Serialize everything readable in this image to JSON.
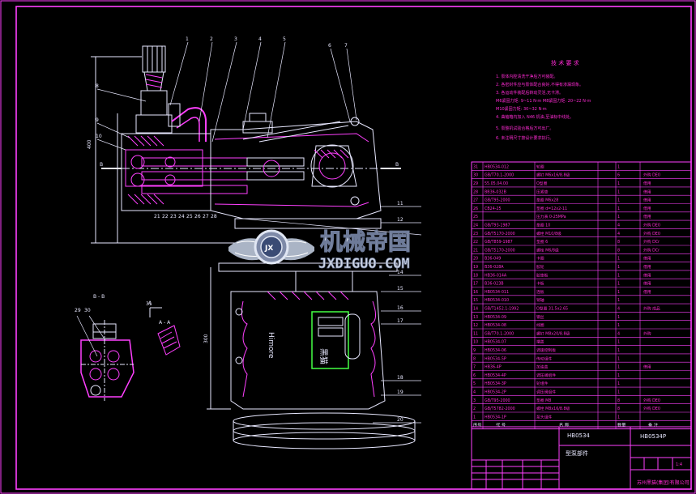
{
  "tech": {
    "title": "技 术 要 求",
    "lines": [
      "1. 泵体内腔清洗干净后方可装配。",
      "2. 各密封件应与泵体配合良好,不得有渗漏现象。",
      "3. 各运动件装配后转动灵活,无卡滞。",
      "   M6紧固力矩: 9~11 N·m      M8紧固力矩: 20~22 N·m",
      "   M10紧固力矩: 30~32 N·m",
      "4. 曲轴箱内加入 N46 机油,至油标中线处。",
      "5. 泵整机试验合格后方可出厂。",
      "6. 未注明尺寸按设计要求执行。"
    ]
  },
  "watermark": {
    "cn": "机械帝国",
    "en": "JXDIGUO.COM",
    "logo": "JX"
  },
  "brand": {
    "cn": "黑猫",
    "en": "Himore"
  },
  "parts": {
    "headers": [
      "序号",
      "代 号",
      "名 称",
      "数量",
      "备 注"
    ],
    "rows": [
      [
        "31",
        "HB0534-012",
        "轮圈",
        "1",
        ""
      ],
      [
        "30",
        "GB/T70.1-2000",
        "螺钉 M6x16/8.8级",
        "6",
        "外购 DE0"
      ],
      [
        "29",
        "55.05.04.00",
        "O型圈",
        "1",
        "借用"
      ],
      [
        "28",
        "BB36-032B",
        "压紧垫",
        "1",
        "借用"
      ],
      [
        "27",
        "GB/T95-2000",
        "垫圈 M6x28",
        "1",
        "借用"
      ],
      [
        "26",
        "CB24-25",
        "垫圈 d=12x2-11",
        "1",
        "借用"
      ],
      [
        "25",
        "",
        "压力表 0-25MPa",
        "1",
        "借用"
      ],
      [
        "24",
        "GB/T93-1987",
        "垫圈 10",
        "4",
        "外购 DE0"
      ],
      [
        "23",
        "GB/T5170-2000",
        "螺栓 M10/8级",
        "4",
        "外购 DE0"
      ],
      [
        "22",
        "GB/T859-1987",
        "垫圈 6",
        "8",
        "外购 DCr"
      ],
      [
        "21",
        "GB/T5170-2000",
        "螺栓 M6/8级",
        "8",
        "外购 DCr"
      ],
      [
        "20",
        "B36-049",
        "卡圈",
        "1",
        "借用"
      ],
      [
        "19",
        "B36-028A",
        "胶轮",
        "1",
        "借用"
      ],
      [
        "18",
        "HB36-014A",
        "胶垫板",
        "1",
        "借用"
      ],
      [
        "17",
        "B36-023B",
        "卡板",
        "1",
        "借用"
      ],
      [
        "16",
        "HB0534-011",
        "连板",
        "1",
        "借用"
      ],
      [
        "15",
        "HB0534-010",
        "销轴",
        "1",
        ""
      ],
      [
        "14",
        "GB/T1452.1-1992",
        "O型圈 31.5x2.65",
        "4",
        "外购 成品"
      ],
      [
        "13",
        "HB0534-09",
        "钢丝",
        "1",
        ""
      ],
      [
        "12",
        "HB0534-08",
        "线圈",
        "1",
        ""
      ],
      [
        "11",
        "GB/T70.1-2000",
        "螺钉 M8x20/8.8级",
        "4",
        "外购"
      ],
      [
        "10",
        "HB0534-07",
        "端盖",
        "1",
        ""
      ],
      [
        "9",
        "HB0534-06",
        "调速控制板",
        "1",
        ""
      ],
      [
        "8",
        "HB0534-5P",
        "传动组件",
        "1",
        ""
      ],
      [
        "7",
        "HB36-4P",
        "加油盖",
        "1",
        "借用"
      ],
      [
        "6",
        "HB0534-4P",
        "调压阀组件",
        "1",
        ""
      ],
      [
        "5",
        "HB0534-3P",
        "轮组件",
        "1",
        ""
      ],
      [
        "4",
        "HB0534-2P",
        "调压阀组件",
        "1",
        ""
      ],
      [
        "3",
        "GB/T95-2000",
        "垫圈 M8",
        "8",
        "外购 DE0"
      ],
      [
        "2",
        "GB/T5782-2000",
        "螺栓 M8x16/8.8级",
        "8",
        "外购 DE0"
      ],
      [
        "1",
        "HB0534-1P",
        "泵头组件",
        "1",
        ""
      ]
    ]
  },
  "titleblock": {
    "code": "HB0534",
    "name": "型泵部件",
    "drawing_no": "HB0534P",
    "scale": "1:4",
    "company": "苏州黑猫(集团)有限公司"
  },
  "labels": {
    "section_bb": "B - B",
    "section_aa": "A - A",
    "b_left": "B",
    "b_right": "B",
    "a_mark": "A",
    "dim_left": "400",
    "dim_bottom": "300",
    "callouts": [
      "1",
      "2",
      "3",
      "4",
      "5",
      "6",
      "7",
      "8",
      "9",
      "10",
      "11",
      "12",
      "13",
      "14",
      "15",
      "16",
      "17",
      "18",
      "19",
      "20",
      "21",
      "22",
      "23",
      "24",
      "25",
      "26",
      "27",
      "28",
      "29",
      "30",
      "31"
    ]
  }
}
